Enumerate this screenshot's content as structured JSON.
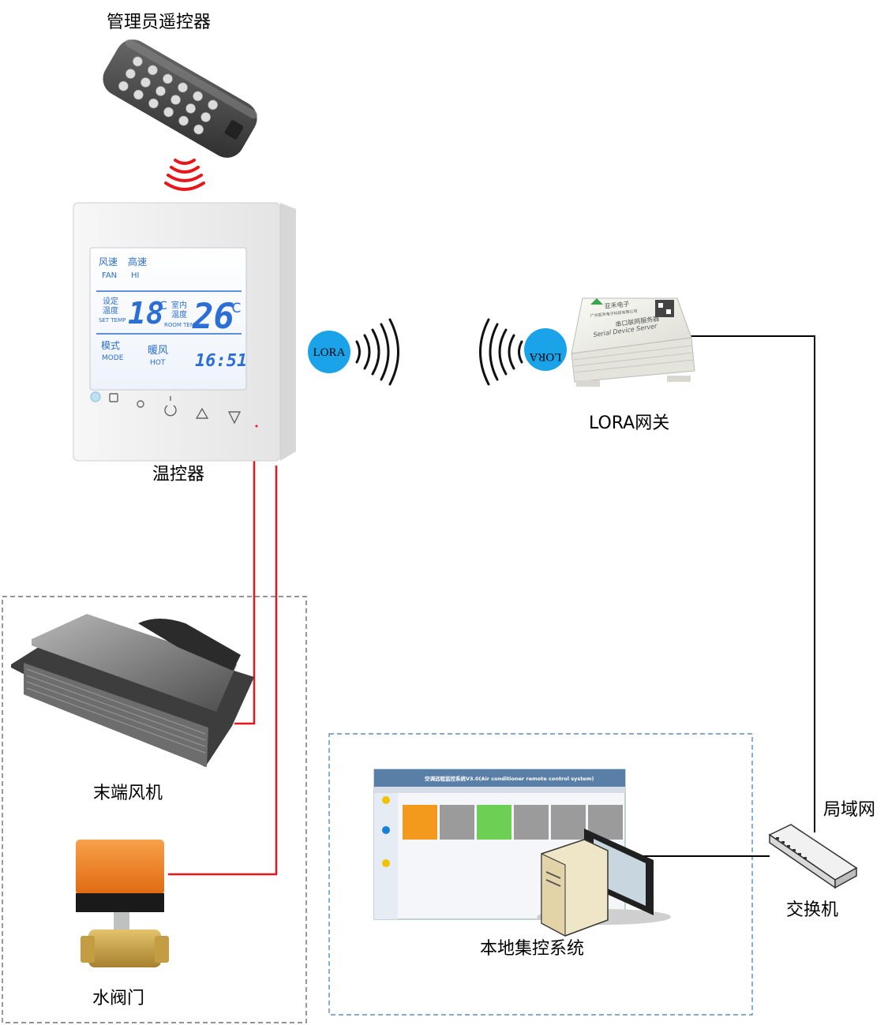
{
  "labels": {
    "remote": "管理员遥控器",
    "thermostat": "温控器",
    "gateway": "LORA网关",
    "fan_coil": "末端风机",
    "valve": "水阀门",
    "central_system": "本地集控系统",
    "switch": "交换机",
    "lan": "局域网"
  },
  "lora": {
    "left": "LORA",
    "right": "LORA"
  },
  "thermostat_display": {
    "fan_cn": "风速",
    "fan_en": "FAN",
    "speed_cn": "高速",
    "speed_en": "HI",
    "set_cn_1": "设定",
    "set_cn_2": "温度",
    "set_en": "SET TEMP",
    "set_value": "18",
    "unit": "°C",
    "room_cn_1": "室内",
    "room_cn_2": "温度",
    "room_en": "ROOM TEMP",
    "room_value": "26",
    "mode_cn": "模式",
    "mode_en": "MODE",
    "heat_cn": "暖风",
    "heat_en": "HOT",
    "clock": "16:51"
  },
  "gateway_device": {
    "brand": "亚禾电子",
    "name_cn": "串口联网服务器",
    "name_en": "Serial Device Server",
    "company": "广州亚禾电子科技有限公司"
  },
  "software": {
    "title": "空调远程监控系统V3.0(Air conditioner remote control system)"
  },
  "colors": {
    "wire_red": "#e8161b",
    "wire_black": "#000000",
    "lcd_blue": "#2b6fd6",
    "lora_circle": "#1aa3e8",
    "valve_orange": "#f07f1d",
    "valve_brass": "#c9a04a",
    "dash_gray": "#555555",
    "dash_blue": "#3a7ab8"
  }
}
